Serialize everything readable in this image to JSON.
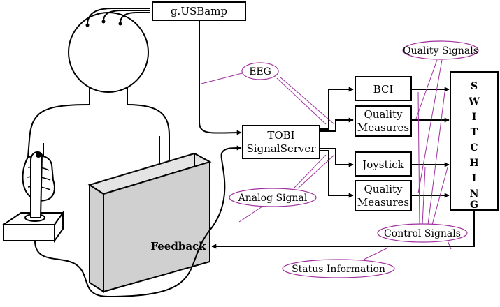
{
  "nodes": {
    "amplifier": "g.USBamp",
    "server_line1": "TOBI",
    "server_line2": "SignalServer",
    "bci": "BCI",
    "quality_top_line1": "Quality",
    "quality_top_line2": "Measures",
    "joystick": "Joystick",
    "quality_bottom_line1": "Quality",
    "quality_bottom_line2": "Measures",
    "switching_letters": [
      "S",
      "W",
      "I",
      "T",
      "C",
      "H",
      "I",
      "N",
      "G"
    ],
    "feedback": "Feedback"
  },
  "annotations": {
    "eeg": "EEG",
    "quality_signals": "Quality Signals",
    "analog_signal": "Analog Signal",
    "control_signals": "Control Signals",
    "status_information": "Status Information"
  },
  "colors": {
    "annotation": "#a0309e",
    "screen_fill": "#d0d0d0",
    "screen_side": "#e4e4e4",
    "line": "#000000"
  }
}
